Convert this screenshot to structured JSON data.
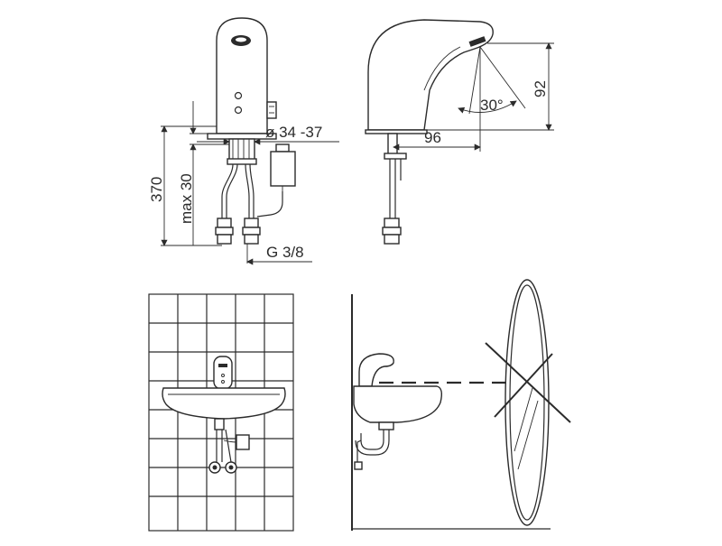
{
  "dimensions": {
    "diameter": "ø 34 -37",
    "height_total": "370",
    "max_height": "max 30",
    "connection_thread": "G 3/8",
    "spout_reach": "96",
    "spout_height": "92",
    "sensor_angle": "30°"
  }
}
